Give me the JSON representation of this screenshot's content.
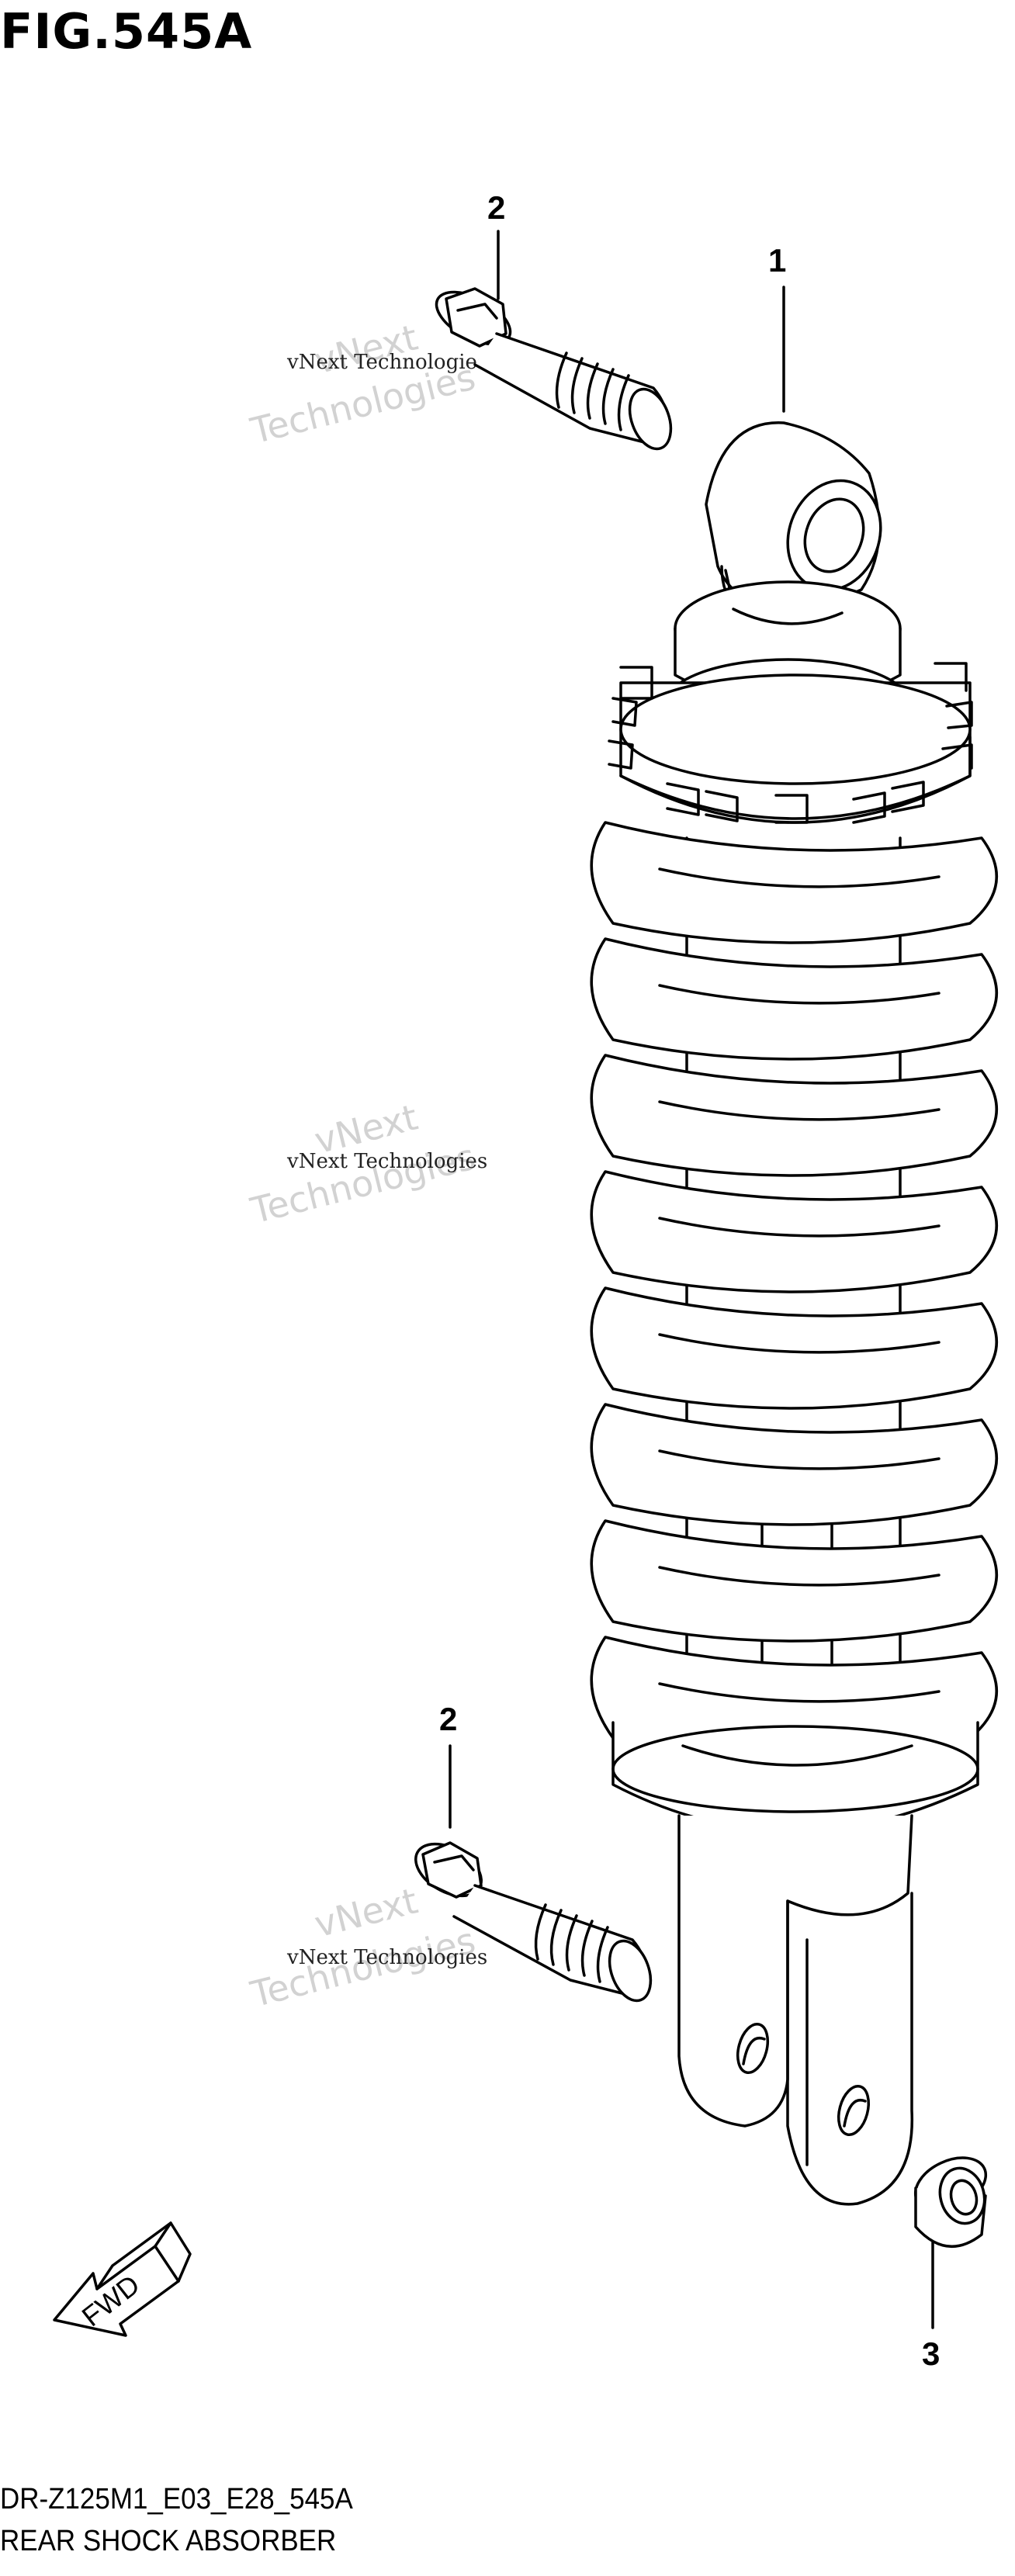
{
  "figure": {
    "title": "FIG.545A",
    "diagram_code": "DR-Z125M1_E03_E28_545A",
    "diagram_name": "REAR SHOCK ABSORBER"
  },
  "callouts": [
    {
      "id": "callout-1",
      "label": "1"
    },
    {
      "id": "callout-2-top",
      "label": "2"
    },
    {
      "id": "callout-2-bottom",
      "label": "2"
    },
    {
      "id": "callout-3",
      "label": "3"
    }
  ],
  "fwd_label": "FWD",
  "watermarks": [
    {
      "line1": "vNext",
      "line2": "vNext Technologies",
      "line3": "Technologies"
    },
    {
      "line1": "vNext",
      "line2": "vNext Technologies",
      "line3": "Technologies"
    },
    {
      "line1": "vNext",
      "line2": "vNext Technologies",
      "line3": "Technologies"
    }
  ]
}
